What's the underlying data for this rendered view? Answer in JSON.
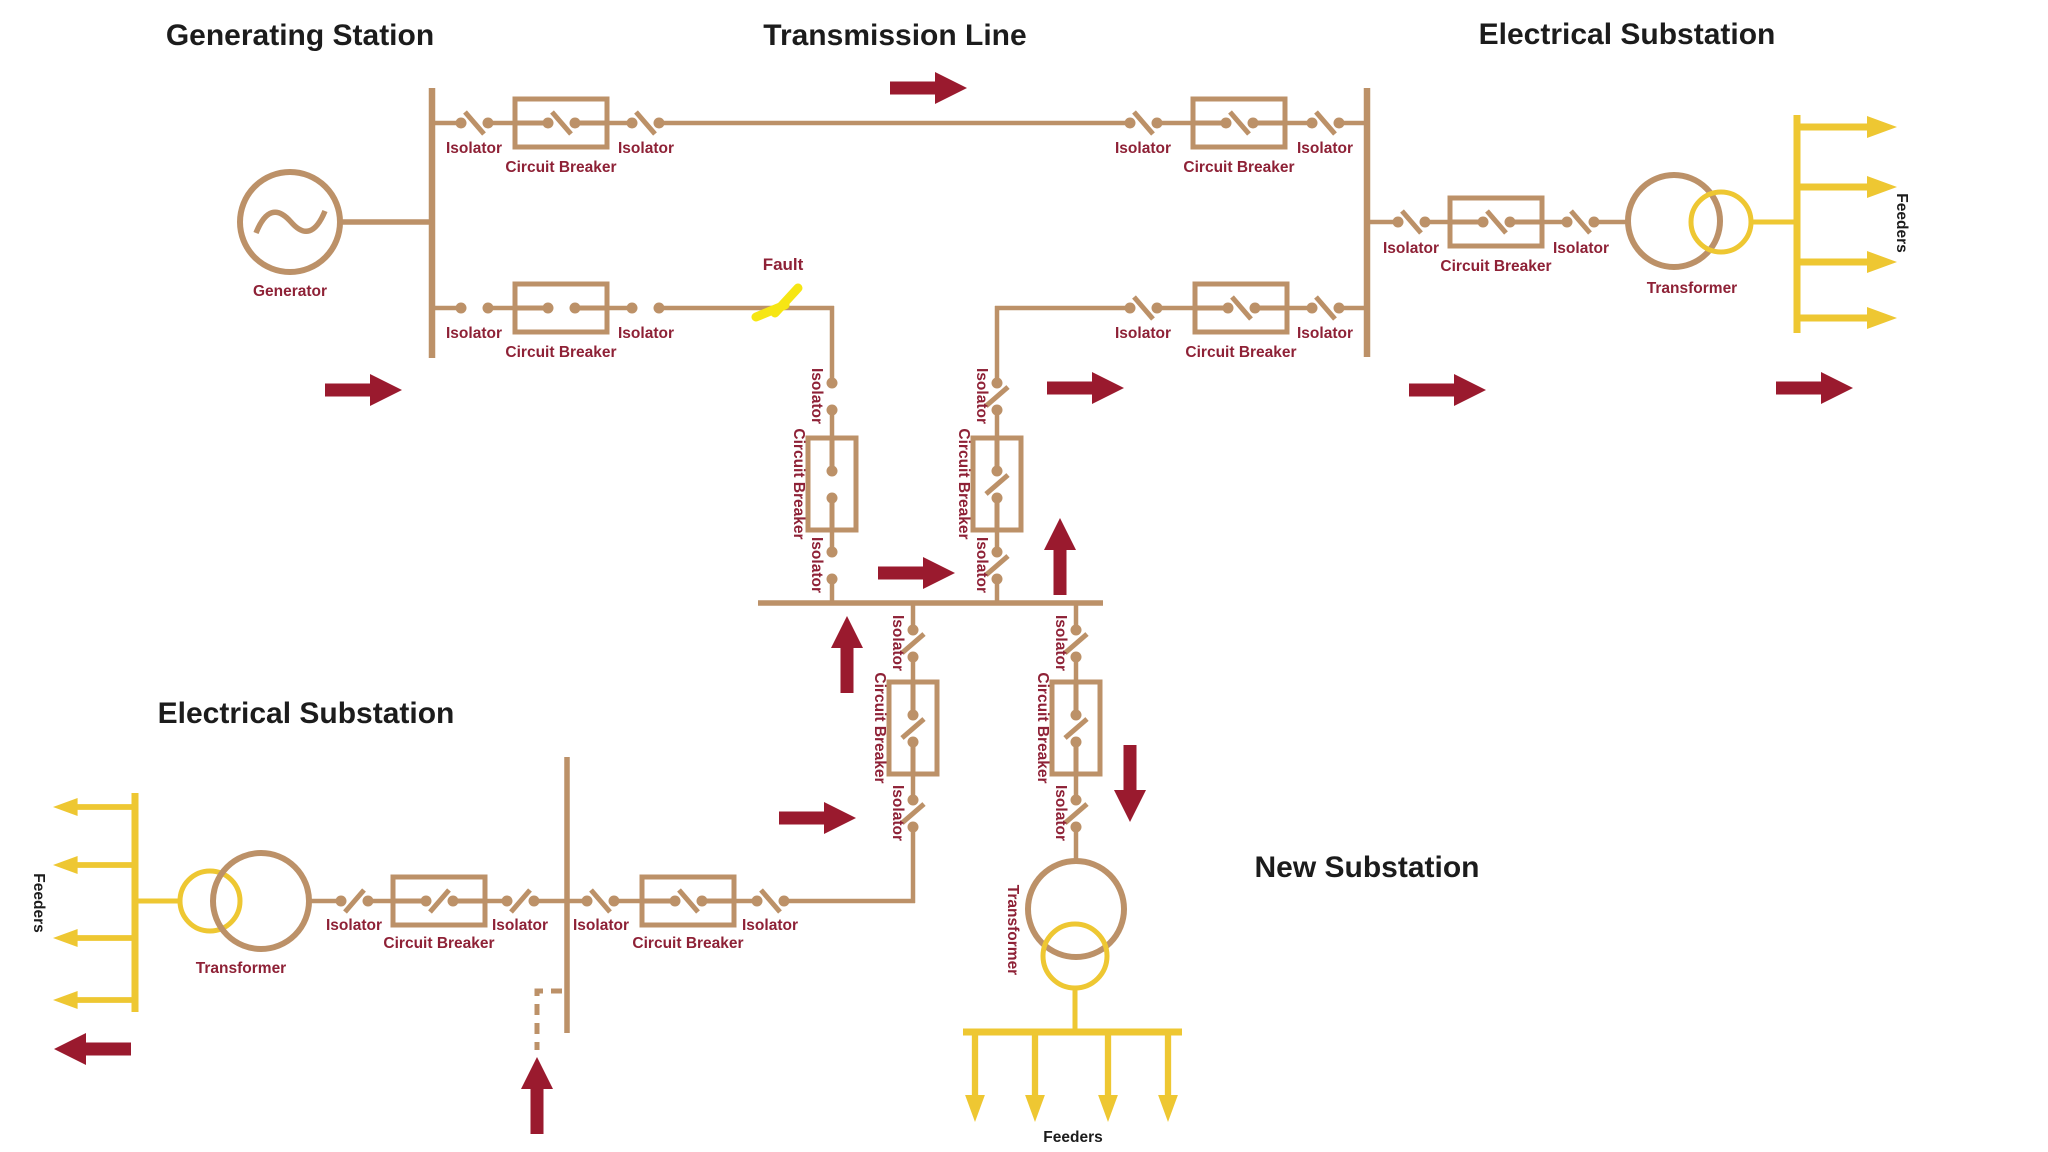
{
  "titles": {
    "generating_station": "Generating Station",
    "transmission_line": "Transmission Line",
    "electrical_substation_top": "Electrical Substation",
    "electrical_substation_left": "Electrical Substation",
    "new_substation": "New Substation"
  },
  "labels": {
    "generator": "Generator",
    "isolator": "Isolator",
    "circuit_breaker": "Circuit Breaker",
    "transformer": "Transformer",
    "feeders": "Feeders",
    "fault": "Fault"
  },
  "colors": {
    "background": "#ffffff",
    "line": "#bc9168",
    "label": "#8e2136",
    "arrow": "#9a1a2e",
    "yellow": "#eec732",
    "fault": "#f6e613",
    "title": "#1c1c1c"
  },
  "diagram": {
    "stations": [
      {
        "name": "Generating Station",
        "components": [
          "Generator",
          "Bus bar",
          "Isolator",
          "Circuit Breaker",
          "Isolator on two outgoing lines"
        ]
      },
      {
        "name": "Transmission Line",
        "components": [
          "Upper healthy line",
          "Lower line with Fault",
          "Isolator-Circuit Breaker-Isolator sets at both ends"
        ]
      },
      {
        "name": "Electrical Substation (top right)",
        "components": [
          "Bus bar",
          "Isolator",
          "Circuit Breaker",
          "Isolator",
          "Transformer",
          "4 Feeders"
        ]
      },
      {
        "name": "Electrical Substation (bottom left)",
        "components": [
          "Transformer",
          "Isolator",
          "Circuit Breaker",
          "Isolator",
          "Bus",
          "Isolator",
          "Circuit Breaker",
          "Isolator",
          "4 Feeders"
        ]
      },
      {
        "name": "New Substation",
        "components": [
          "Isolator",
          "Circuit Breaker",
          "Isolator",
          "Transformer",
          "4 Feeders"
        ]
      }
    ],
    "fault_on": "lower transmission line",
    "feeder_count_per_substation": 4,
    "flow_arrow_count": 12
  }
}
